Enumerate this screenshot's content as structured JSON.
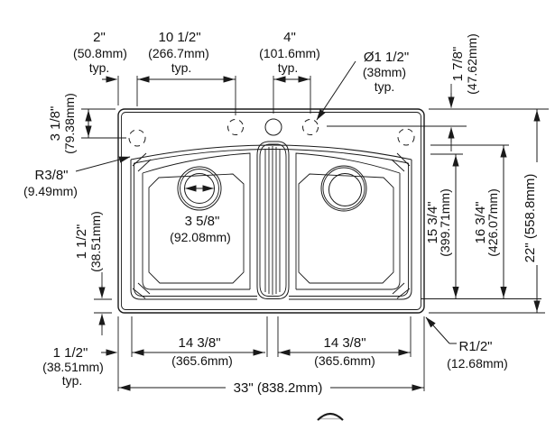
{
  "meta": {
    "description": "Technical dimension drawing, top view, double-bowl drop-in sink with four faucet holes"
  },
  "colors": {
    "line": "#1a1a1a",
    "background": "#ffffff",
    "text": "#111111"
  },
  "labels": {
    "top_edge_offset": {
      "value": "2\"",
      "metric": "(50.8mm)",
      "suffix": "typ."
    },
    "hole_group_span": {
      "value": "10 1/2\"",
      "metric": "(266.7mm)",
      "suffix": "typ."
    },
    "faucet_hole_spacing": {
      "value": "4\"",
      "metric": "(101.6mm)",
      "suffix": "typ."
    },
    "faucet_hole_diameter": {
      "value": "Ø1 1/2\"",
      "metric": "(38mm)",
      "suffix": "typ."
    },
    "corner_hole_offset": {
      "value": "3 1/8\"",
      "metric": "(79.38mm)"
    },
    "bowl_corner_radius": {
      "value": "R3/8\"",
      "metric": "(9.49mm)"
    },
    "drain_diameter": {
      "value": "3 5/8\"",
      "metric": "(92.08mm)"
    },
    "bowl_edge_gap_left": {
      "value": "1 1/2\"",
      "metric": "(38.51mm)"
    },
    "bowl_edge_gap_bottom": {
      "value": "1 1/2\"",
      "metric": "(38.51mm)",
      "suffix": "typ."
    },
    "left_bowl_width": {
      "value": "14 3/8\"",
      "metric": "(365.6mm)"
    },
    "right_bowl_width": {
      "value": "14 3/8\"",
      "metric": "(365.6mm)"
    },
    "overall_width": {
      "value": "33\" (838.2mm)"
    },
    "right_hole_offset": {
      "value": "1 7/8\"",
      "metric": "(47.62mm)"
    },
    "bowl_depth_inner": {
      "value": "15 3/4\"",
      "metric": "(399.71mm)"
    },
    "bowl_depth_outer": {
      "value": "16 3/4\"",
      "metric": "(426.07mm)"
    },
    "overall_depth": {
      "value": "22\" (558.8mm)"
    },
    "rim_corner_radius": {
      "value": "R1/2\"",
      "metric": "(12.68mm)"
    }
  }
}
